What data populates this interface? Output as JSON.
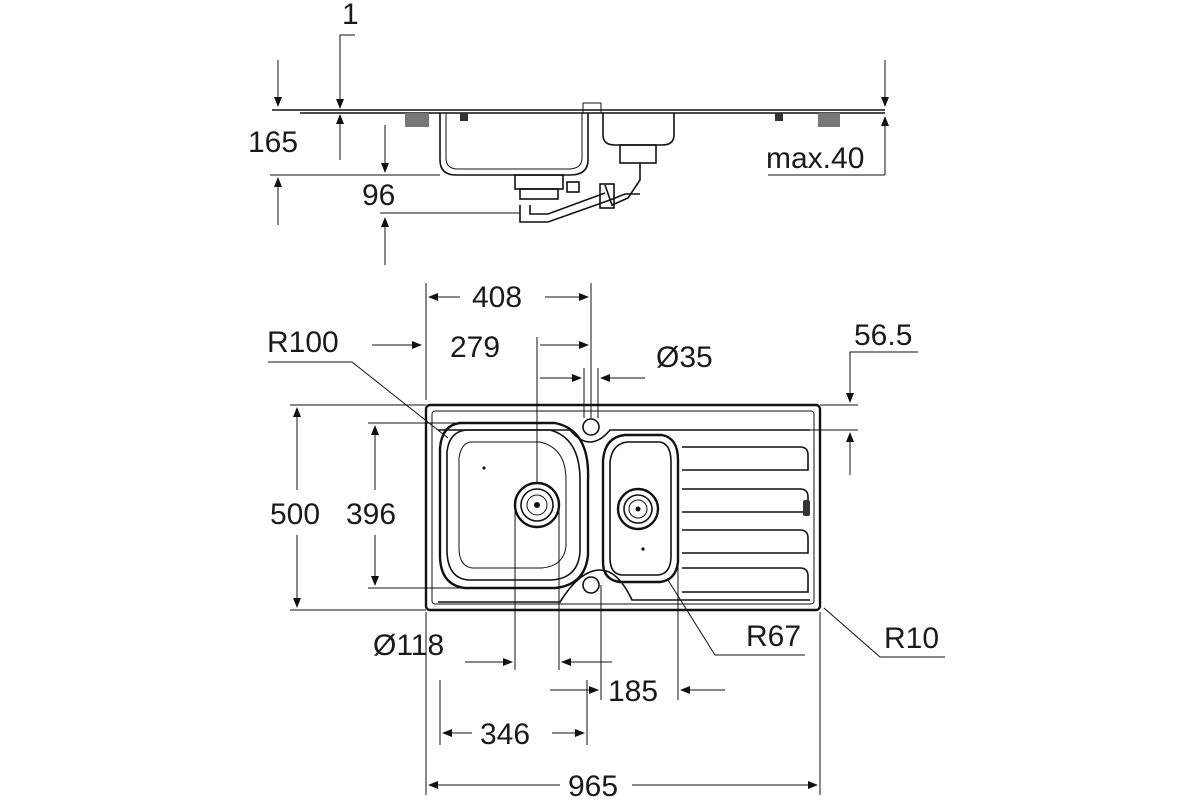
{
  "drawing": {
    "side_view": {
      "labels": {
        "sheet_thickness": "1",
        "depth": "165",
        "drain_offset": "96",
        "max_countertop": "max.40"
      }
    },
    "top_view": {
      "labels": {
        "width_to_tap": "408",
        "bowl_to_tap": "279",
        "corner_radius_bowl": "R100",
        "tap_hole": "Ø35",
        "tap_offset": "56.5",
        "overall_depth": "500",
        "bowl_depth": "396",
        "waste_diameter": "Ø118",
        "small_bowl_radius": "R67",
        "outer_radius": "R10",
        "small_bowl_width": "185",
        "bowl_width": "346",
        "overall_width": "965"
      }
    }
  }
}
